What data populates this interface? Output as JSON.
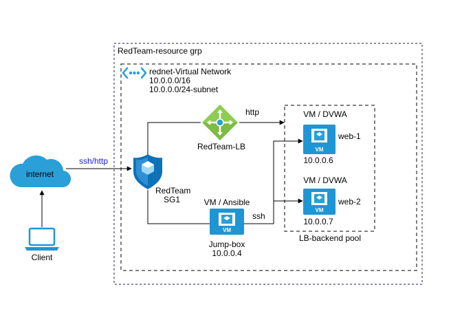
{
  "colors": {
    "azure_blue": "#2a9fd8",
    "azure_blue_dark": "#0d72b8",
    "lb_green": "#7dbb42",
    "edge": "#000000",
    "edge_label_blue": "#1a1aff"
  },
  "containers": {
    "resource_group": {
      "label": "RedTeam-resource grp"
    },
    "vnet": {
      "icon": "virtual-network-icon",
      "lines": [
        "rednet-Virtual Network",
        "10.0.0.0/16",
        "10.0.0.0/24-subnet"
      ]
    },
    "backend_pool": {
      "label": "LB-backend pool"
    }
  },
  "nodes": {
    "internet": {
      "icon": "cloud-icon",
      "label": "internet"
    },
    "client": {
      "icon": "laptop-icon",
      "label": "Client"
    },
    "nsg": {
      "icon": "shield-icon",
      "lines": [
        "RedTeam",
        "SG1"
      ]
    },
    "load_balancer": {
      "icon": "load-balancer-icon",
      "label": "RedTeam-LB"
    },
    "jumpbox": {
      "icon": "vm-icon",
      "vm_text": "VM",
      "title": "VM / Ansible",
      "name": "Jump-box",
      "ip": "10.0.0.4"
    },
    "web1": {
      "icon": "vm-icon",
      "vm_text": "VM",
      "title": "VM / DVWA",
      "name": "web-1",
      "ip": "10.0.0.6"
    },
    "web2": {
      "icon": "vm-icon",
      "vm_text": "VM",
      "title": "VM / DVWA",
      "name": "web-2",
      "ip": "10.0.0.7"
    }
  },
  "edges": {
    "internet_to_nsg": {
      "label": "ssh/http"
    },
    "lb_to_web1": {
      "label": "http"
    },
    "jumpbox_to_pool": {
      "label": "ssh"
    }
  }
}
